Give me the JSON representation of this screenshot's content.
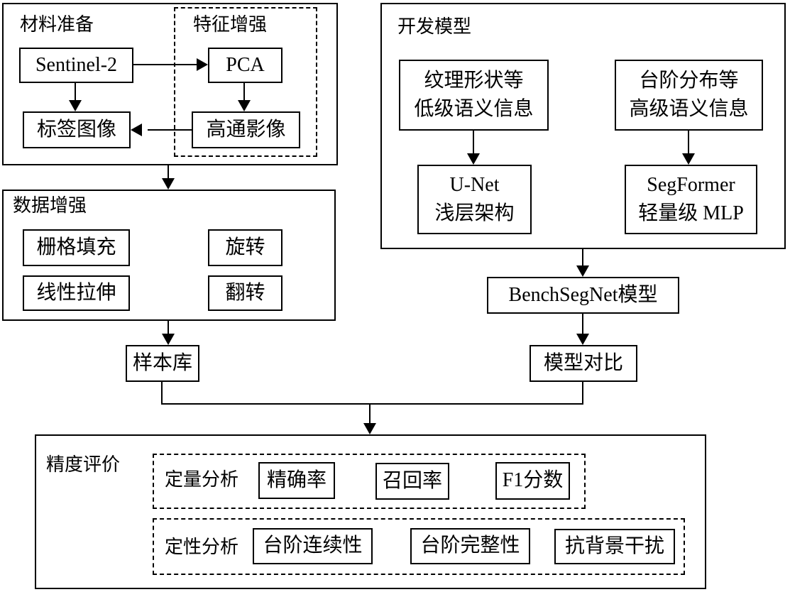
{
  "colors": {
    "line": "#000000",
    "background": "#ffffff"
  },
  "material_prep": {
    "label": "材料准备",
    "sentinel2": "Sentinel-2",
    "label_image": "标签图像"
  },
  "feature_enhance": {
    "label": "特征增强",
    "pca": "PCA",
    "highpass": "高通影像"
  },
  "data_aug": {
    "label": "数据增强",
    "grid_fill": "栅格填充",
    "rotate": "旋转",
    "linear_stretch": "线性拉伸",
    "flip": "翻转"
  },
  "sample_lib": {
    "label": "样本库"
  },
  "dev_model": {
    "label": "开发模型",
    "low_feat": {
      "line1": "纹理形状等",
      "line2": "低级语义信息"
    },
    "high_feat": {
      "line1": "台阶分布等",
      "line2": "高级语义信息"
    },
    "unet": {
      "line1": "U-Net",
      "line2": "浅层架构"
    },
    "segformer": {
      "line1": "SegFormer",
      "line2": "轻量级 MLP"
    }
  },
  "benchsegnet": {
    "label": "BenchSegNet模型"
  },
  "model_compare": {
    "label": "模型对比"
  },
  "accuracy_eval": {
    "label": "精度评价",
    "quantitative": {
      "label": "定量分析",
      "precision": "精确率",
      "recall": "召回率",
      "f1": "F1分数"
    },
    "qualitative": {
      "label": "定性分析",
      "continuity": "台阶连续性",
      "integrity": "台阶完整性",
      "anti_background": "抗背景干扰"
    }
  }
}
